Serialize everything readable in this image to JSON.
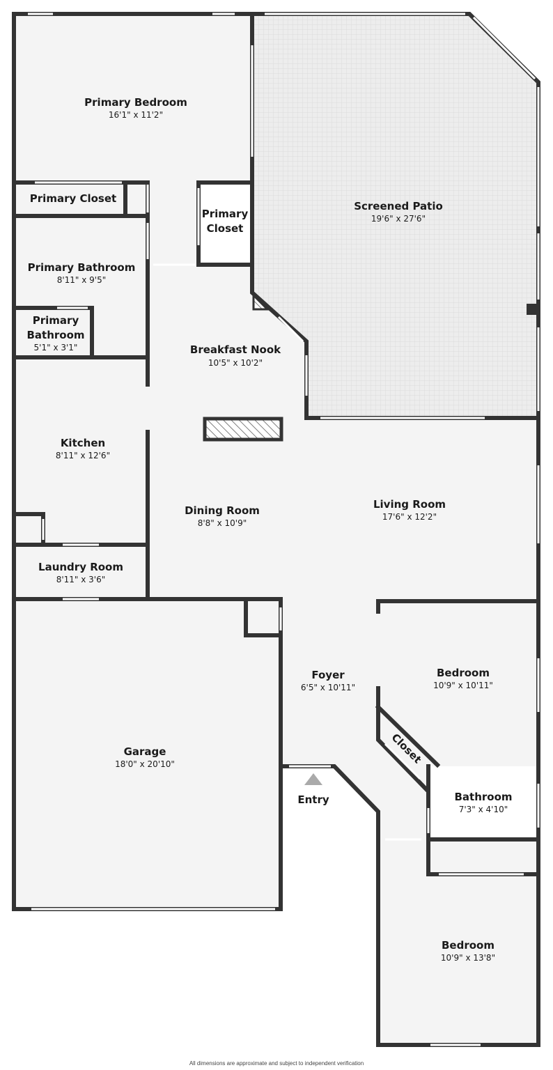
{
  "rooms": {
    "primary_bedroom": {
      "name": "Primary Bedroom",
      "dim": "16'1\" x 11'2\""
    },
    "primary_closet_a": {
      "name": "Primary Closet"
    },
    "primary_closet_b": {
      "name_1": "Primary",
      "name_2": "Closet"
    },
    "screened_patio": {
      "name": "Screened Patio",
      "dim": "19'6\" x 27'6\""
    },
    "primary_bathroom": {
      "name": "Primary Bathroom",
      "dim": "8'11\" x 9'5\""
    },
    "primary_bathroom_small": {
      "name_1": "Primary",
      "name_2": "Bathroom",
      "dim": "5'1\" x 3'1\""
    },
    "breakfast_nook": {
      "name": "Breakfast Nook",
      "dim": "10'5\" x 10'2\""
    },
    "kitchen": {
      "name": "Kitchen",
      "dim": "8'11\" x 12'6\""
    },
    "dining_room": {
      "name": "Dining Room",
      "dim": "8'8\" x 10'9\""
    },
    "living_room": {
      "name": "Living Room",
      "dim": "17'6\" x 12'2\""
    },
    "laundry_room": {
      "name": "Laundry Room",
      "dim": "8'11\" x 3'6\""
    },
    "foyer": {
      "name": "Foyer",
      "dim": "6'5\" x 10'11\""
    },
    "bedroom_1": {
      "name": "Bedroom",
      "dim": "10'9\" x 10'11\""
    },
    "closet": {
      "name": "Closet"
    },
    "garage": {
      "name": "Garage",
      "dim": "18'0\" x 20'10\""
    },
    "bathroom": {
      "name": "Bathroom",
      "dim": "7'3\" x 4'10\""
    },
    "bedroom_2": {
      "name": "Bedroom",
      "dim": "10'9\" x 13'8\""
    }
  },
  "entry_label": "Entry",
  "disclaimer": "All dimensions are approximate and subject to independent verification",
  "colors": {
    "wall": "#333333",
    "floor": "#f4f4f4",
    "patio": "#ececec",
    "entry_arrow": "#aaaaaa"
  }
}
